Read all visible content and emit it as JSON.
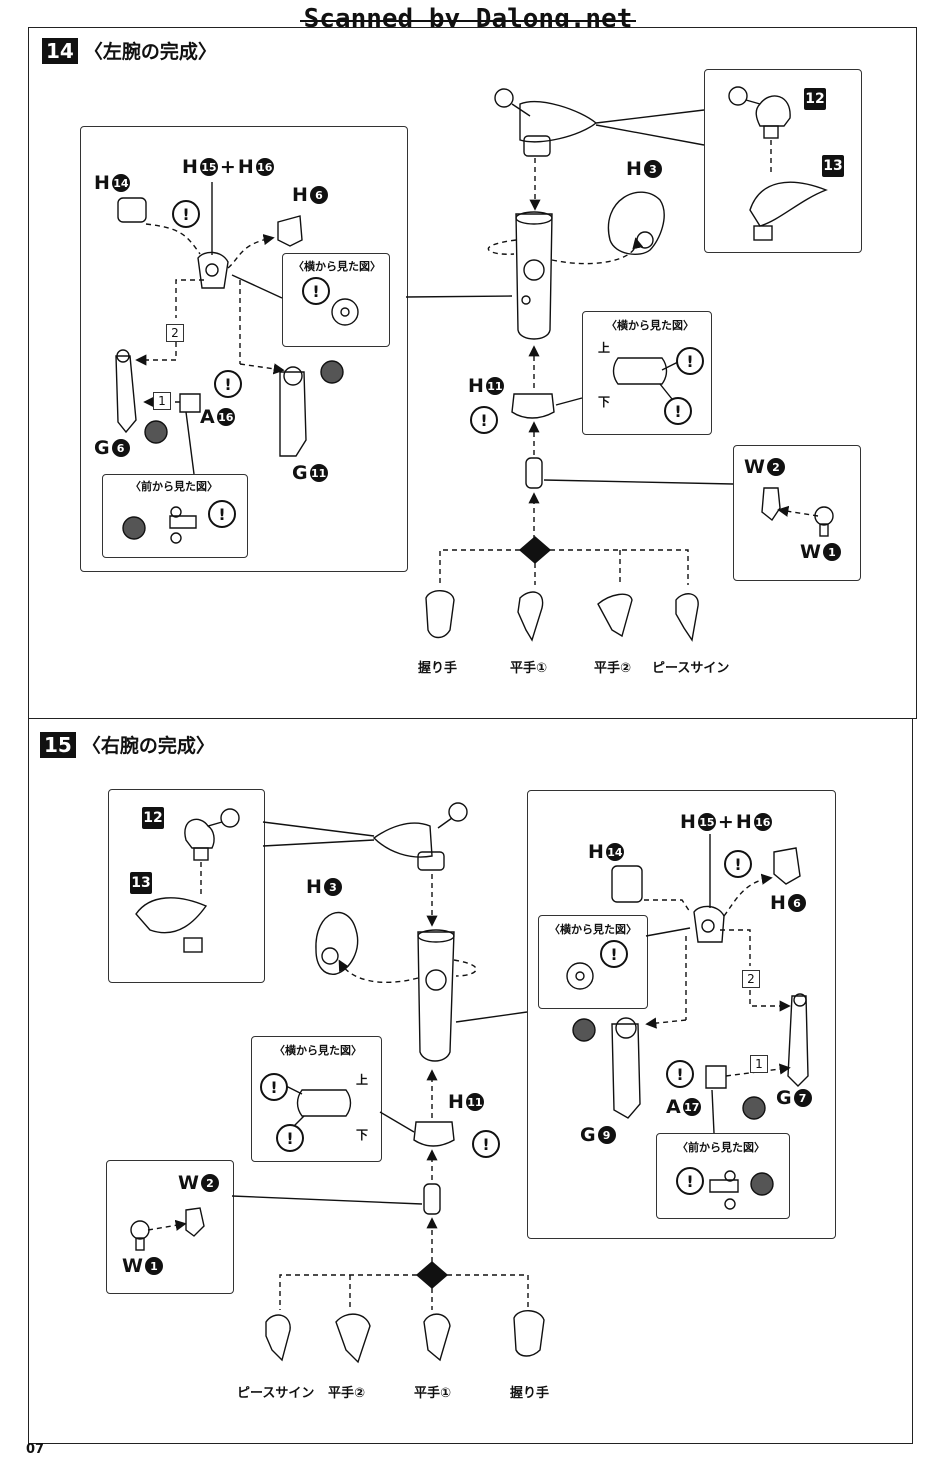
{
  "watermark": "Scanned by Dalong.net",
  "page_number": "07",
  "step14": {
    "number": "14",
    "title": "〈左腕の完成〉",
    "side_view": "〈横から見た図〉",
    "side_view2": "〈横から見た図〉",
    "front_view": "〈前から見た図〉",
    "top_label": "上",
    "bottom_label": "下",
    "step1": "1",
    "step2": "2",
    "callout12": "12",
    "callout13": "13",
    "parts": {
      "h14": {
        "letter": "H",
        "num": "14"
      },
      "h15": {
        "letter": "H",
        "num": "15"
      },
      "plus": "+",
      "h16": {
        "letter": "H",
        "num": "16"
      },
      "h6": {
        "letter": "H",
        "num": "6"
      },
      "h3": {
        "letter": "H",
        "num": "3"
      },
      "h11": {
        "letter": "H",
        "num": "11"
      },
      "g6": {
        "letter": "G",
        "num": "6"
      },
      "g11": {
        "letter": "G",
        "num": "11"
      },
      "a16": {
        "letter": "A",
        "num": "16"
      },
      "w2": {
        "letter": "W",
        "num": "2"
      },
      "w1": {
        "letter": "W",
        "num": "1"
      }
    },
    "hands": [
      "握り手",
      "平手①",
      "平手②",
      "ピースサイン"
    ]
  },
  "step15": {
    "number": "15",
    "title": "〈右腕の完成〉",
    "side_view": "〈横から見た図〉",
    "side_view2": "〈横から見た図〉",
    "front_view": "〈前から見た図〉",
    "top_label": "上",
    "bottom_label": "下",
    "step1": "1",
    "step2": "2",
    "callout12": "12",
    "callout13": "13",
    "parts": {
      "h15": {
        "letter": "H",
        "num": "15"
      },
      "plus": "+",
      "h16": {
        "letter": "H",
        "num": "16"
      },
      "h14": {
        "letter": "H",
        "num": "14"
      },
      "h6": {
        "letter": "H",
        "num": "6"
      },
      "h3": {
        "letter": "H",
        "num": "3"
      },
      "h11": {
        "letter": "H",
        "num": "11"
      },
      "g7": {
        "letter": "G",
        "num": "7"
      },
      "g9": {
        "letter": "G",
        "num": "9"
      },
      "a17": {
        "letter": "A",
        "num": "17"
      },
      "w2": {
        "letter": "W",
        "num": "2"
      },
      "w1": {
        "letter": "W",
        "num": "1"
      }
    },
    "hands": [
      "ピースサイン",
      "平手②",
      "平手①",
      "握り手"
    ]
  },
  "icons": {
    "warning": "!",
    "warning_symbol_name": "caution-icon"
  }
}
